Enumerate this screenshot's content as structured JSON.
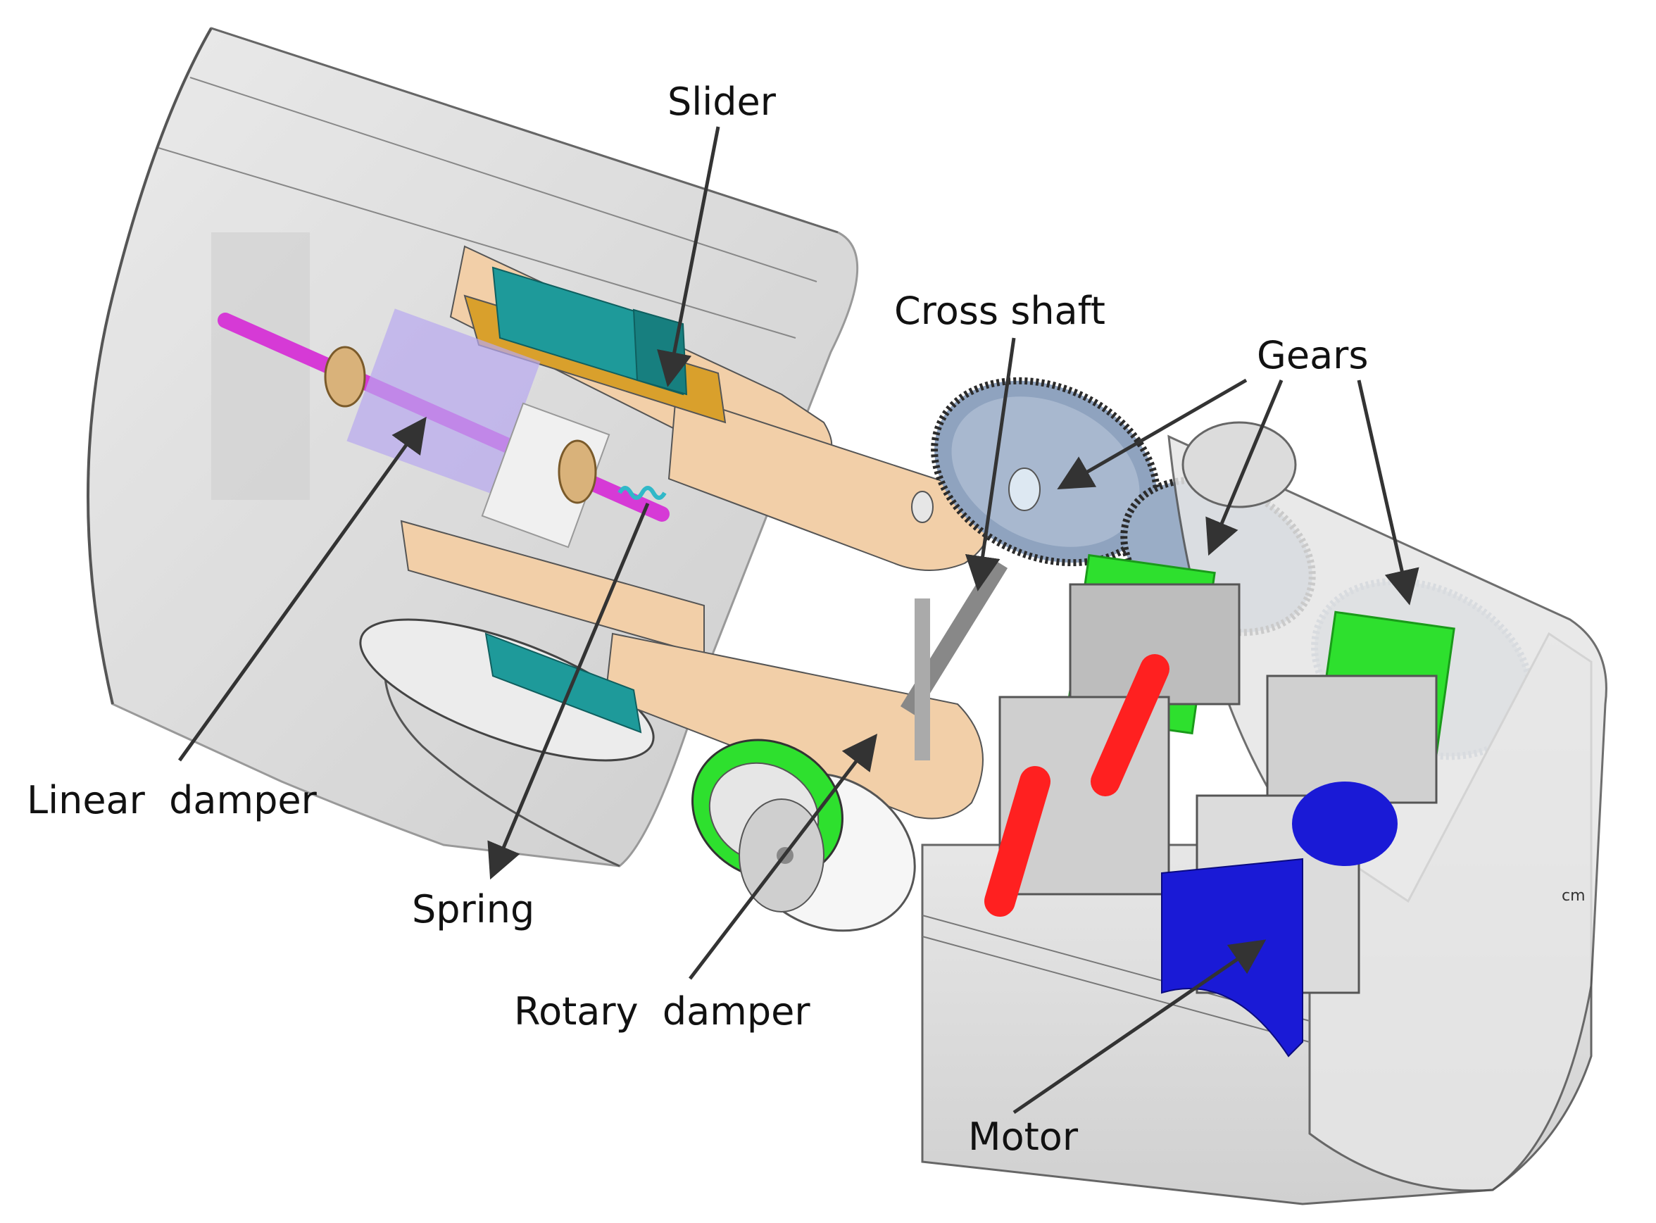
{
  "labels": {
    "slider": "Slider",
    "cross_shaft": "Cross shaft",
    "gears": "Gears",
    "linear_damper": "Linear  damper",
    "spring": "Spring",
    "rotary_damper": "Rotary  damper",
    "motor": "Motor",
    "unit": "cm"
  },
  "colors": {
    "housing": "#d9d9d9",
    "plate": "#f2cfa8",
    "slider_block": "#1e9a9a",
    "slider_base": "#d9a02c",
    "rod": "#d63ad6",
    "damper_body": "#b8a8f0",
    "gear": "#8fa3bf",
    "green_part": "#2ee02e",
    "red_part": "#ff2020",
    "motor": "#1a1ad6",
    "arrow": "#333333"
  }
}
